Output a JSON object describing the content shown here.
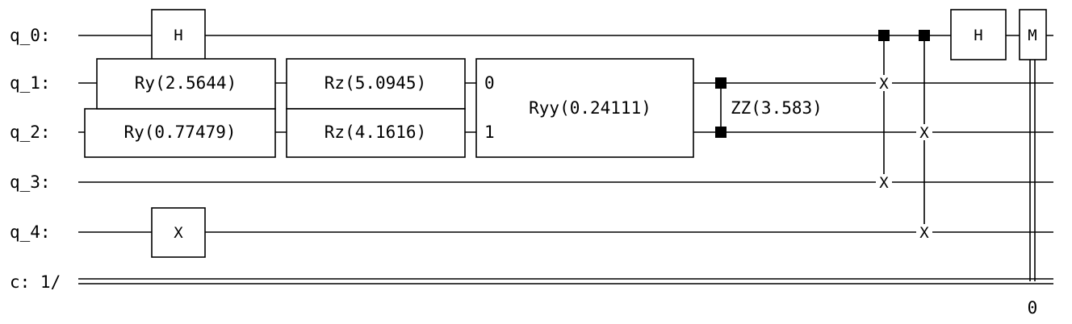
{
  "circuit": {
    "qubit_labels": [
      "q_0:",
      "q_1:",
      "q_2:",
      "q_3:",
      "q_4:"
    ],
    "classical_label": "c: 1/",
    "gates": {
      "h_q0": "H",
      "x_q4": "X",
      "ry_q1": "Ry(2.5644)",
      "ry_q2": "Ry(0.77479)",
      "rz_q1": "Rz(5.0945)",
      "rz_q2": "Rz(4.1616)",
      "ryy": "Ryy(0.24111)",
      "ryy_port_0": "0",
      "ryy_port_1": "1",
      "zz": "ZZ(3.583)",
      "swap_mark": "X",
      "h_q0_final": "H",
      "measure": "M"
    },
    "measure_bit_label": "0"
  }
}
